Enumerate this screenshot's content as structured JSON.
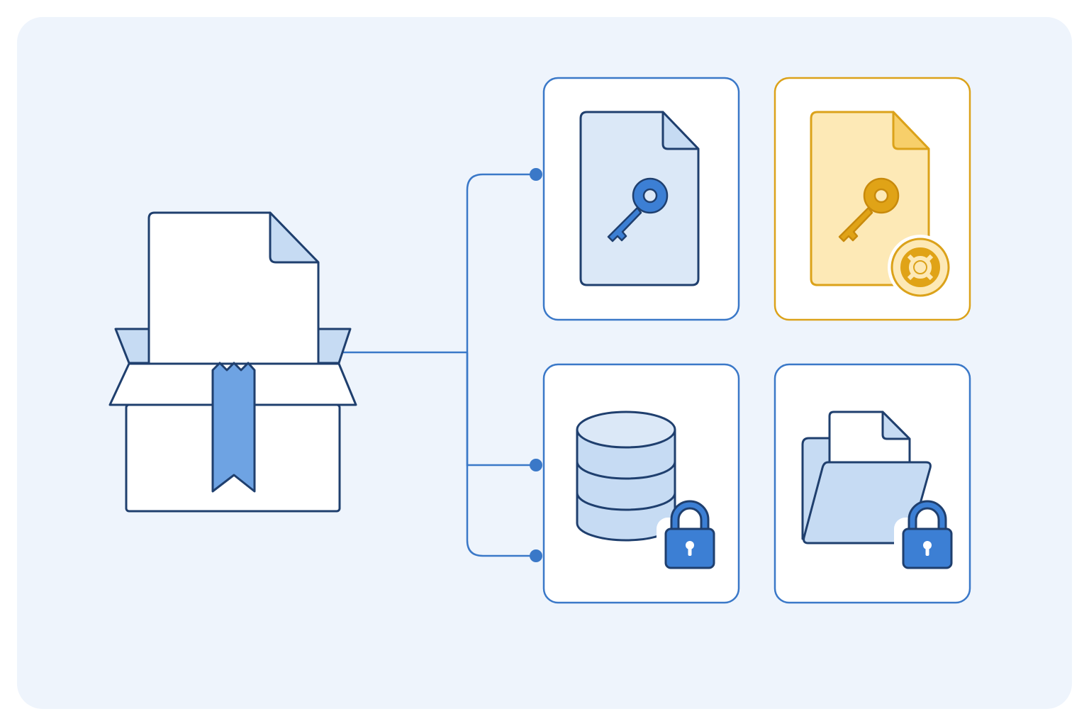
{
  "colors": {
    "background": "#eef4fc",
    "stroke_dark": "#1f3f6e",
    "blue_line": "#3a78c8",
    "blue_fill_light": "#dbe8f7",
    "blue_fill_mid": "#c6dbf3",
    "ribbon_blue": "#6ea3e3",
    "icon_blue": "#3c7fd4",
    "gold_stroke": "#dba21a",
    "gold_fill": "#fde9b6",
    "gold_fill_dark": "#f7cf6a",
    "gold_icon": "#e0a317",
    "card_fill": "#ffffff"
  },
  "diagram": {
    "source": {
      "icon": "package-box-with-document-icon"
    },
    "connections": [
      "key-document",
      "database-locked",
      "folder-locked"
    ],
    "cards": [
      {
        "id": "key-document",
        "icon": "document-key-icon",
        "accent": "blue"
      },
      {
        "id": "recovery-key-document",
        "icon": "document-key-lifebuoy-icon",
        "accent": "gold"
      },
      {
        "id": "database-locked",
        "icon": "database-lock-icon",
        "accent": "blue"
      },
      {
        "id": "folder-locked",
        "icon": "folder-lock-icon",
        "accent": "blue"
      }
    ]
  }
}
